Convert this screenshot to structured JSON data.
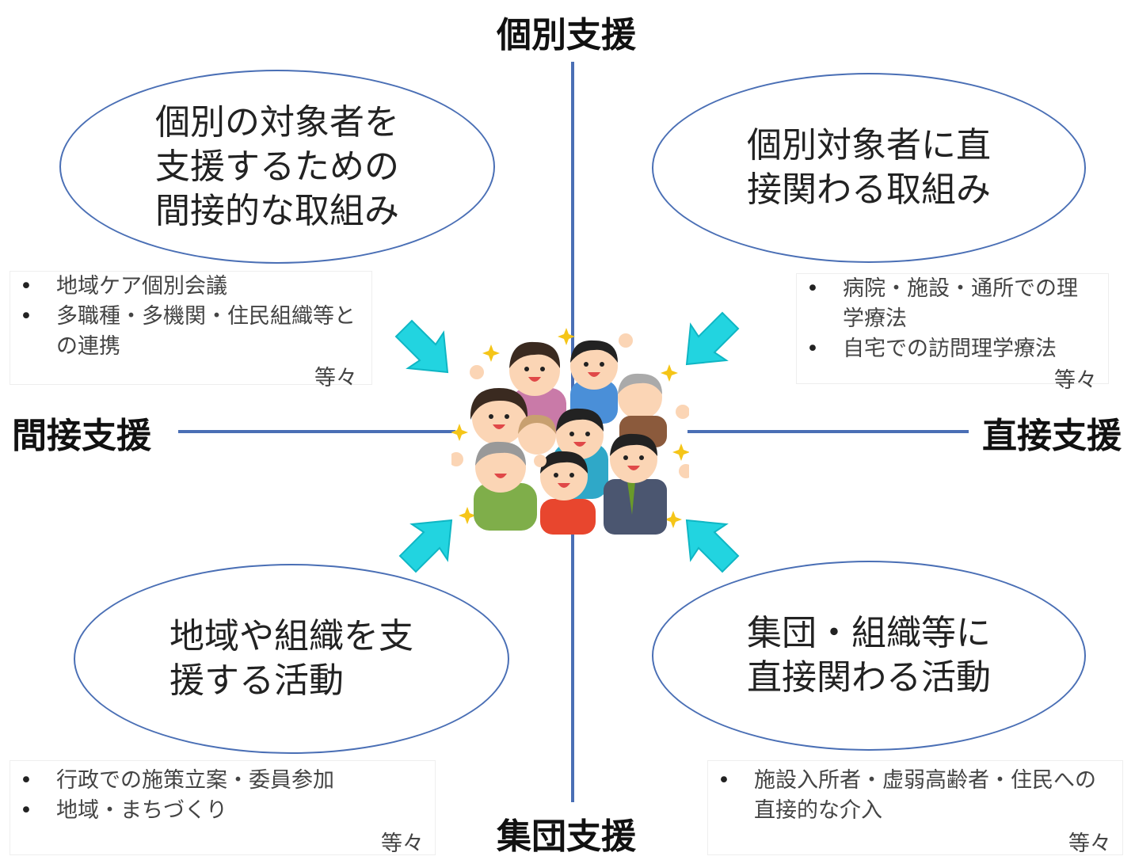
{
  "axes": {
    "top": "個別支援",
    "bottom": "集団支援",
    "left": "間接支援",
    "right": "直接支援"
  },
  "quadrants": {
    "top_left": {
      "title_lines": [
        "個別の対象者を",
        "支援するための",
        "間接的な取組み"
      ],
      "items": [
        "地域ケア個別会議",
        "多職種・多機関・住民組織等との連携"
      ],
      "etc": "等々"
    },
    "top_right": {
      "title_lines": [
        "個別対象者に直",
        "接関わる取組み"
      ],
      "items": [
        "病院・施設・通所での理学療法",
        "自宅での訪問理学療法"
      ],
      "etc": "等々"
    },
    "bottom_left": {
      "title_lines": [
        "地域や組織を支",
        "援する活動"
      ],
      "items": [
        "行政での施策立案・委員参加",
        "地域・まちづくり"
      ],
      "etc": "等々"
    },
    "bottom_right": {
      "title_lines": [
        "集団・組織等に",
        "直接関わる活動"
      ],
      "items": [
        "施設入所者・虚弱高齢者・住民への直接的な介入"
      ],
      "etc": "等々"
    }
  },
  "colors": {
    "axis_line": "#4a6fb5",
    "ellipse_border": "#4a6fb5",
    "arrow": "#22d4e0"
  },
  "icons": {
    "center": "group-of-people-cheering-illustration",
    "arrows": "inward-pointing-arrow-icon"
  }
}
